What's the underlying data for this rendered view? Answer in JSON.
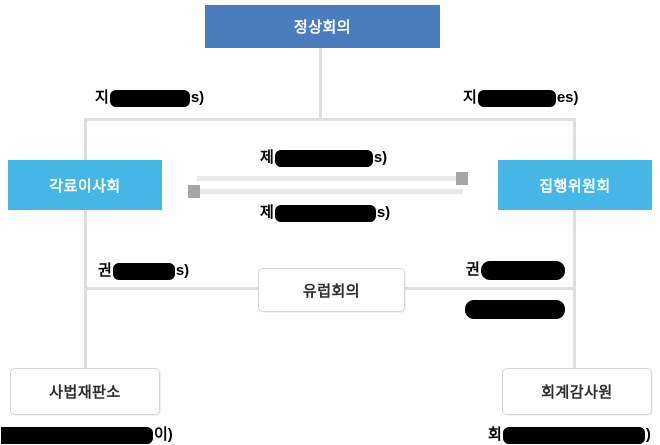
{
  "diagram": {
    "nodes": {
      "summit": {
        "label": "정상회의"
      },
      "council": {
        "label": "각료이사회"
      },
      "commission": {
        "label": "집행위원회"
      },
      "parliament": {
        "label": "유럽회의"
      },
      "court_of_justice": {
        "label": "사법재판소"
      },
      "court_of_auditors": {
        "label": "회계감사원"
      }
    },
    "edge_labels": {
      "top_left": {
        "prefix": "지",
        "suffix": "s)",
        "redacted": true
      },
      "top_right": {
        "prefix": "지",
        "suffix": "es)",
        "redacted": true
      },
      "mid_upper": {
        "prefix": "제",
        "suffix": "s)",
        "redacted": true
      },
      "mid_lower": {
        "prefix": "제",
        "suffix": "s)",
        "redacted": true
      },
      "left_mid": {
        "prefix": "권",
        "suffix": "s)",
        "redacted": true
      },
      "right_mid_line1": {
        "prefix": "권",
        "suffix": "",
        "redacted": true
      },
      "right_mid_line2": {
        "prefix": "",
        "suffix": "",
        "redacted": true
      },
      "bottom_left": {
        "prefix": "",
        "suffix": "이)",
        "redacted": true
      },
      "bottom_right": {
        "prefix": "회",
        "suffix": ")",
        "redacted": true
      }
    },
    "colors": {
      "primary_box": "#4b7dbe",
      "secondary_box": "#45b6e5",
      "connector": "#dedede",
      "arrow_bar": "#e9e9e9",
      "arrow_head": "#a6a6a6",
      "outline_box_border": "#d6d6d6",
      "redaction": "#000000"
    }
  }
}
